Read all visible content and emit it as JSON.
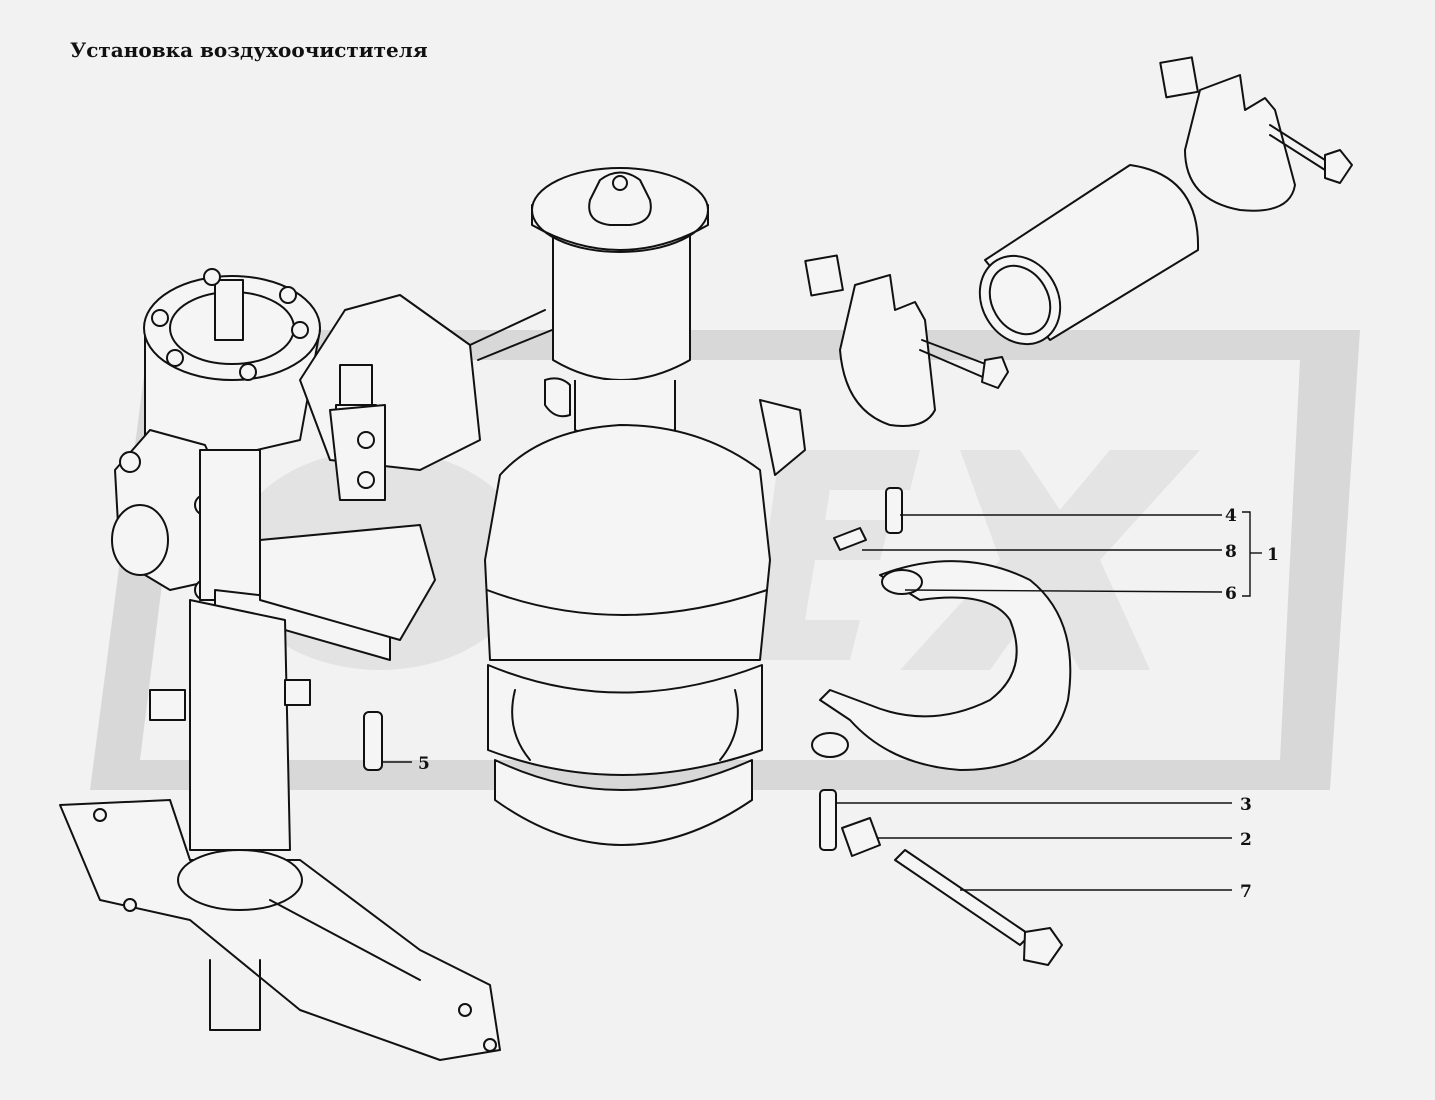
{
  "title": "Установка воздухоочистителя",
  "watermark": "ОРЕХ",
  "callouts": {
    "c1": "1",
    "c2": "2",
    "c3": "3",
    "c4": "4",
    "c5": "5",
    "c6": "6",
    "c7": "7",
    "c8": "8"
  },
  "colors": {
    "background": "#f2f2f2",
    "line": "#111111",
    "watermark": "#d8d8d8"
  }
}
